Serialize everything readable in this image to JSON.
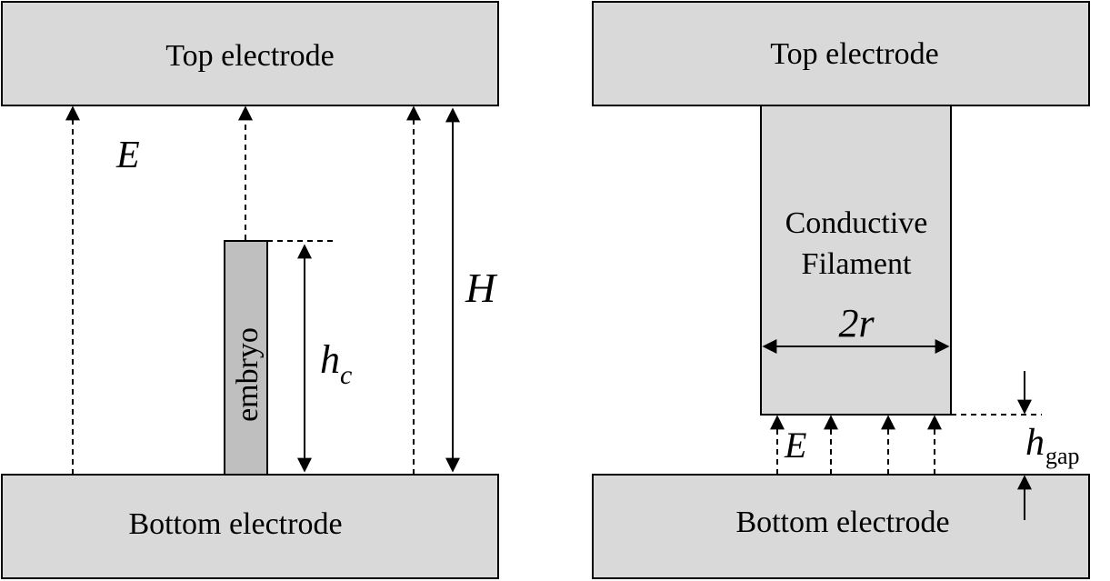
{
  "left_panel": {
    "top_electrode_label": "Top electrode",
    "bottom_electrode_label": "Bottom electrode",
    "embryo_label": "embryo",
    "field_symbol": "E",
    "height_symbol": "H",
    "critical_height_symbol": "h",
    "critical_height_subscript": "c"
  },
  "right_panel": {
    "top_electrode_label": "Top electrode",
    "bottom_electrode_label": "Bottom electrode",
    "filament_label_line1": "Conductive",
    "filament_label_line2": "Filament",
    "width_symbol": "2r",
    "field_symbol": "E",
    "gap_symbol": "h",
    "gap_subscript": "gap"
  },
  "colors": {
    "electrode_fill": "#d9d9d9",
    "embryo_fill": "#bfbfbf",
    "stroke": "#000000"
  }
}
